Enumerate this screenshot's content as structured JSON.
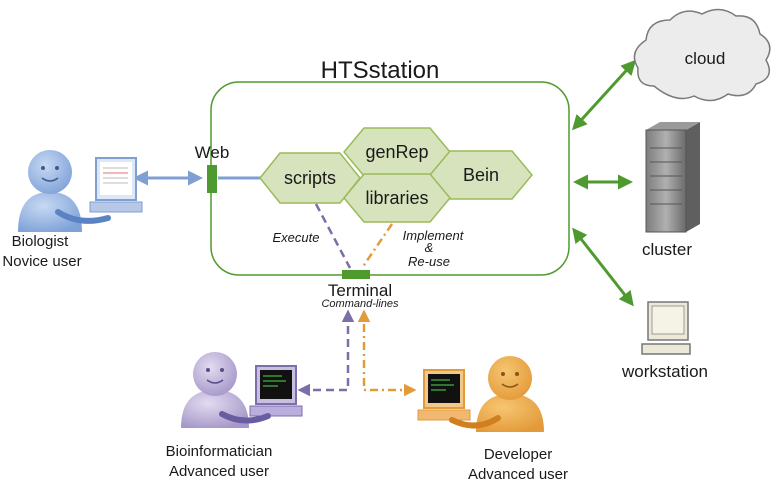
{
  "title": "HTSstation",
  "web_label": "Web",
  "terminal_label": "Terminal",
  "terminal_sublabel": "Command-lines",
  "modules": {
    "scripts": "scripts",
    "genrep": "genRep",
    "bein": "Bein",
    "libraries": "libraries"
  },
  "links": {
    "execute": "Execute",
    "implement": "Implement",
    "ampersand": "&",
    "reuse": "Re-use"
  },
  "users": {
    "biologist": {
      "line1": "Biologist",
      "line2": "Novice user"
    },
    "bioinformatician": {
      "line1": "Bioinformatician",
      "line2": "Advanced user"
    },
    "developer": {
      "line1": "Developer",
      "line2": "Advanced user"
    }
  },
  "resources": {
    "cloud": "cloud",
    "cluster": "cluster",
    "workstation": "workstation"
  },
  "colors": {
    "green": "#4f9a2e",
    "hex_fill": "#d6e3bd",
    "hex_stroke": "#9bbb59",
    "blue": "#7f9fd3",
    "purple": "#7c6ea8",
    "orange": "#e39a3a"
  }
}
